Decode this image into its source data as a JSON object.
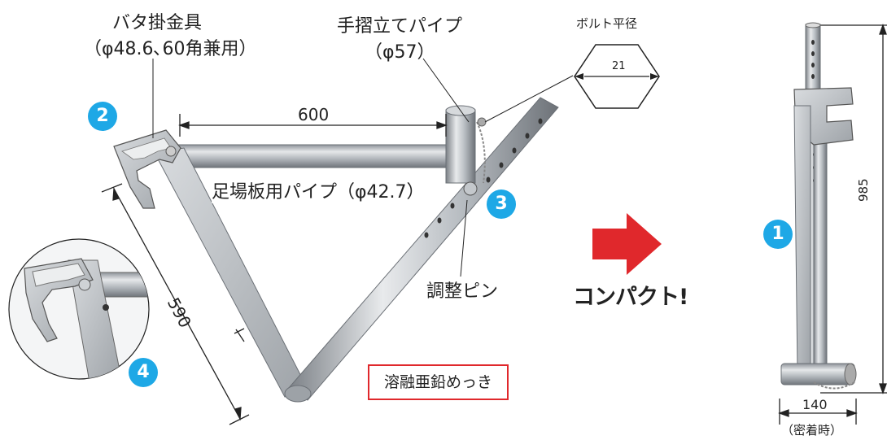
{
  "labels": {
    "bata_title": "バタ掛金具",
    "bata_sub": "（φ48.6､60角兼用）",
    "handrail_title": "手摺立てパイプ",
    "handrail_sub": "（φ57）",
    "bolt_title": "ボルト平径",
    "bolt_value": "21",
    "dim_600": "600",
    "dim_590": "590",
    "dim_985": "985",
    "dim_140": "140",
    "dim_140_sub": "（密着時）",
    "plank_pipe": "足場板用パイプ（φ42.7）",
    "adjust_pin": "調整ピン",
    "compact": "コンパクト!",
    "plating": "溶融亜鉛めっき"
  },
  "badges": [
    "1",
    "2",
    "3",
    "4"
  ],
  "colors": {
    "badge": "#1ea8e6",
    "arrow": "#e0282c",
    "box_border": "#e0282c",
    "metal": "#b8bdc2"
  }
}
